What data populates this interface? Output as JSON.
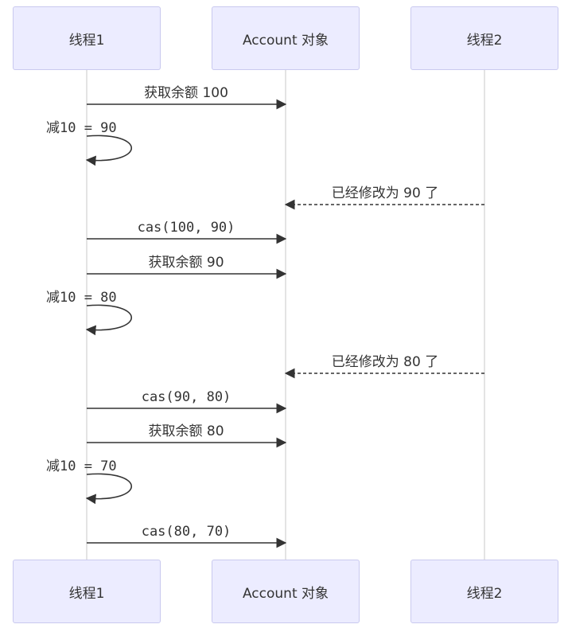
{
  "actors": [
    {
      "id": "t1",
      "label": "线程1"
    },
    {
      "id": "acc",
      "label": "Account 对象"
    },
    {
      "id": "t2",
      "label": "线程2"
    }
  ],
  "messages": [
    {
      "from": "t1",
      "to": "acc",
      "text": "获取余额 100",
      "style": "solid"
    },
    {
      "from": "t1",
      "to": "t1",
      "text": "减10 = 90",
      "style": "self"
    },
    {
      "from": "t2",
      "to": "acc",
      "text": "已经修改为 90 了",
      "style": "dashed"
    },
    {
      "from": "t1",
      "to": "acc",
      "text": "cas(100, 90)",
      "style": "solid"
    },
    {
      "from": "t1",
      "to": "acc",
      "text": "获取余额 90",
      "style": "solid"
    },
    {
      "from": "t1",
      "to": "t1",
      "text": "减10 = 80",
      "style": "self"
    },
    {
      "from": "t2",
      "to": "acc",
      "text": "已经修改为 80 了",
      "style": "dashed"
    },
    {
      "from": "t1",
      "to": "acc",
      "text": "cas(90, 80)",
      "style": "solid"
    },
    {
      "from": "t1",
      "to": "acc",
      "text": "获取余额 80",
      "style": "solid"
    },
    {
      "from": "t1",
      "to": "t1",
      "text": "减10 = 70",
      "style": "self"
    },
    {
      "from": "t1",
      "to": "acc",
      "text": "cas(80, 70)",
      "style": "solid"
    }
  ],
  "colors": {
    "actor_fill": "#ececff",
    "actor_border": "#c9c9ef",
    "lifeline": "#c8c8c8",
    "arrow": "#333333",
    "text": "#333333"
  }
}
